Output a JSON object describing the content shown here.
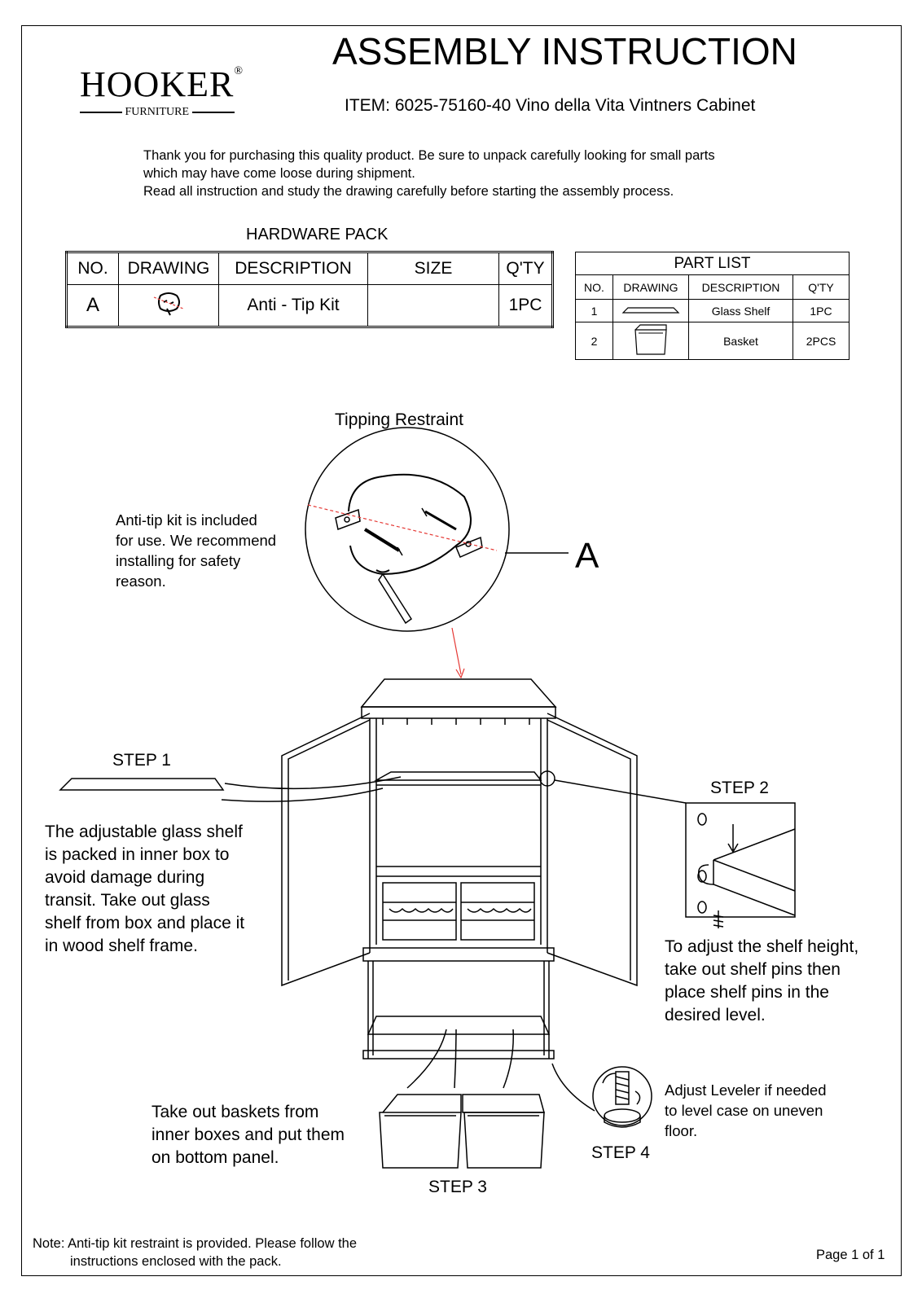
{
  "header": {
    "title": "ASSEMBLY INSTRUCTION",
    "item": "ITEM: 6025-75160-40 Vino della Vita Vintners Cabinet",
    "brand": "HOOKER",
    "brand_sub": "FURNITURE",
    "registered": "®"
  },
  "intro": [
    "Thank you for purchasing this quality product. Be sure to unpack carefully looking for small parts",
    "which may have come loose during shipment.",
    "Read all instruction and study the drawing carefully before starting the assembly process."
  ],
  "hardware_pack": {
    "title": "HARDWARE PACK",
    "headers": [
      "NO.",
      "DRAWING",
      "DESCRIPTION",
      "SIZE",
      "Q'TY"
    ],
    "rows": [
      {
        "no": "A",
        "drawing_icon": "anti-tip-kit-icon",
        "description": "Anti - Tip Kit",
        "size": "",
        "qty": "1PC"
      }
    ]
  },
  "part_list": {
    "title": "PART LIST",
    "headers": [
      "NO.",
      "DRAWING",
      "DESCRIPTION",
      "Q'TY"
    ],
    "rows": [
      {
        "no": "1",
        "drawing_icon": "glass-shelf-icon",
        "description": "Glass Shelf",
        "qty": "1PC"
      },
      {
        "no": "2",
        "drawing_icon": "basket-icon",
        "description": "Basket",
        "qty": "2PCS"
      }
    ]
  },
  "tipping": {
    "title": "Tipping Restraint",
    "callout": "A",
    "note": [
      "Anti-tip kit is included",
      "for use. We recommend",
      "installing for safety",
      "reason."
    ]
  },
  "step1": {
    "label": "STEP 1",
    "text": [
      "The adjustable glass shelf",
      "is packed in inner box to",
      "avoid damage during",
      "transit. Take out glass",
      "shelf from box and place it",
      "in wood shelf frame."
    ]
  },
  "step2": {
    "label": "STEP 2",
    "text": [
      "To adjust the shelf height,",
      "take out shelf pins then",
      "place shelf pins in the",
      "desired level."
    ]
  },
  "step3": {
    "label": "STEP 3",
    "text": [
      "Take out baskets from",
      "inner boxes and put them",
      "on bottom panel."
    ]
  },
  "step4": {
    "label": "STEP 4",
    "text": [
      "Adjust Leveler if needed",
      "to level case on uneven",
      "floor."
    ]
  },
  "footer": {
    "note": [
      "Note: Anti-tip kit restraint is provided. Please follow the",
      "instructions enclosed with the pack."
    ],
    "page": "Page 1 of 1"
  },
  "colors": {
    "accent_red": "#e53935",
    "line": "#000000"
  }
}
